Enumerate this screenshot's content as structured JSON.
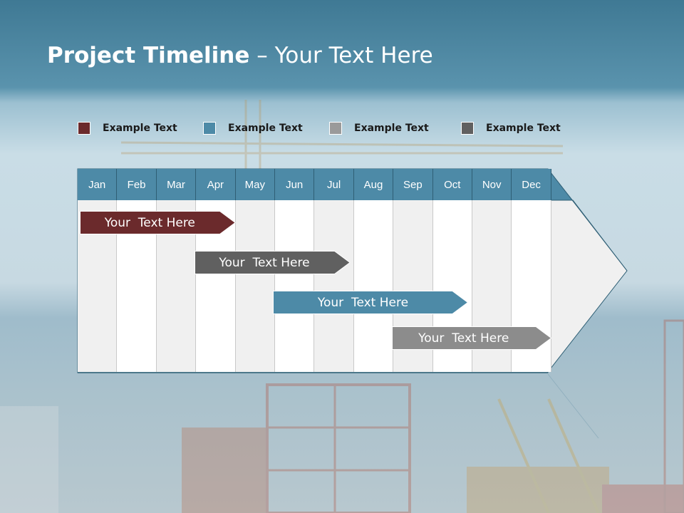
{
  "slide": {
    "title_bold": "Project Timeline",
    "title_rest": " – Your Text Here"
  },
  "legend": [
    {
      "label": "Example Text",
      "color": "#6b2a2c"
    },
    {
      "label": "Example Text",
      "color": "#4d8aa7"
    },
    {
      "label": "Example Text",
      "color": "#9a9a9a"
    },
    {
      "label": "Example Text",
      "color": "#606060"
    }
  ],
  "months": [
    "Jan",
    "Feb",
    "Mar",
    "Apr",
    "May",
    "Jun",
    "Jul",
    "Aug",
    "Sep",
    "Oct",
    "Nov",
    "Dec"
  ],
  "tasks": [
    {
      "label": "Your  Text Here",
      "color": "#6b2a2c",
      "start_month": 1.0,
      "end_month": 4.0
    },
    {
      "label": "Your  Text Here",
      "color": "#606060",
      "start_month": 3.9,
      "end_month": 6.9
    },
    {
      "label": "Your  Text Here",
      "color": "#4d8aa7",
      "start_month": 5.9,
      "end_month": 9.9
    },
    {
      "label": "Your  Text Here",
      "color": "#8c8c8c",
      "start_month": 8.9,
      "end_month": 12.0
    }
  ]
}
